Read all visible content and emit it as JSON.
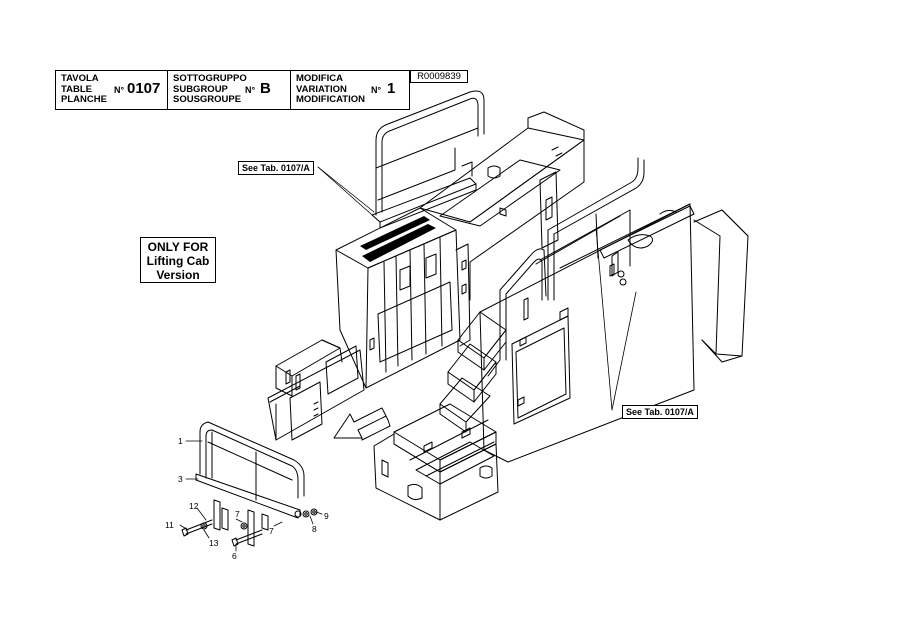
{
  "title_block": {
    "table": {
      "labels": [
        "TAVOLA",
        "TABLE",
        "PLANCHE"
      ],
      "no_label": "N°",
      "value": "0107"
    },
    "subgroup": {
      "labels": [
        "SOTTOGRUPPO",
        "SUBGROUP",
        "SOUSGROUPE"
      ],
      "no_label": "N°",
      "value": "B"
    },
    "modification": {
      "labels": [
        "MODIFICA",
        "VARIATION",
        "MODIFICATION"
      ],
      "no_label": "N°",
      "value": "1"
    },
    "reference": "R0009839"
  },
  "callouts": {
    "see_tab_top": "See Tab. 0107/A",
    "see_tab_right": "See Tab. 0107/A"
  },
  "note": {
    "lines": [
      "ONLY FOR",
      "Lifting Cab",
      "Version"
    ]
  },
  "part_numbers": [
    "1",
    "3",
    "12",
    "11",
    "13",
    "7",
    "6",
    "7",
    "8",
    "9"
  ]
}
